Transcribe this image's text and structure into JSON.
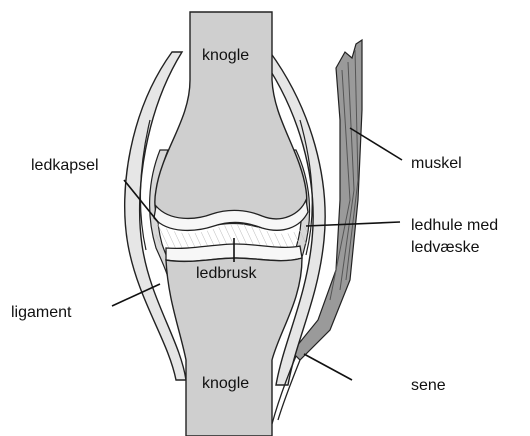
{
  "labels": {
    "bone_top": "knogle",
    "bone_bottom": "knogle",
    "joint_capsule": "ledkapsel",
    "muscle": "muskel",
    "joint_cavity_line1": "ledhule med",
    "joint_cavity_line2": "ledvæske",
    "cartilage": "ledbrusk",
    "ligament": "ligament",
    "tendon": "sene"
  },
  "colors": {
    "bone": "#cfcfcf",
    "bone_shade": "#b8b8b8",
    "cartilage": "#f7f7f7",
    "capsule": "#e2e2e2",
    "muscle": "#9a9a9a",
    "outline": "#222222"
  }
}
